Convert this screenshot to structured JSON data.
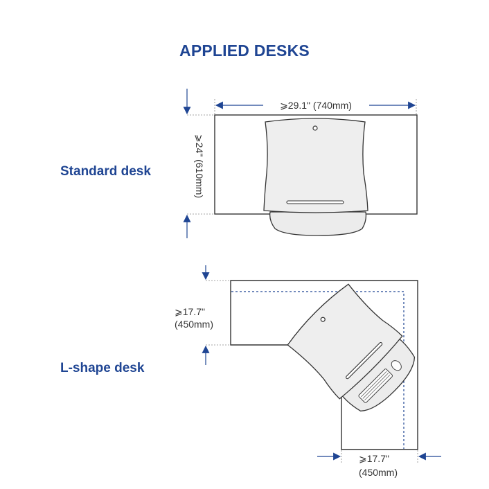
{
  "title": "APPLIED DESKS",
  "colors": {
    "accent": "#1f4593",
    "outline": "#333333",
    "desk_fill": "#ffffff",
    "tray_fill": "#ececec",
    "text_dark": "#333333"
  },
  "standard_desk": {
    "label": "Standard desk",
    "width_dim": "⩾29.1\" (740mm)",
    "depth_dim": "⩾24\" (610mm)"
  },
  "l_shape_desk": {
    "label": "L-shape desk",
    "left_dim_line1": "⩾17.7\"",
    "left_dim_line2": "(450mm)",
    "bottom_dim_line1": "⩾17.7\"",
    "bottom_dim_line2": "(450mm)"
  }
}
